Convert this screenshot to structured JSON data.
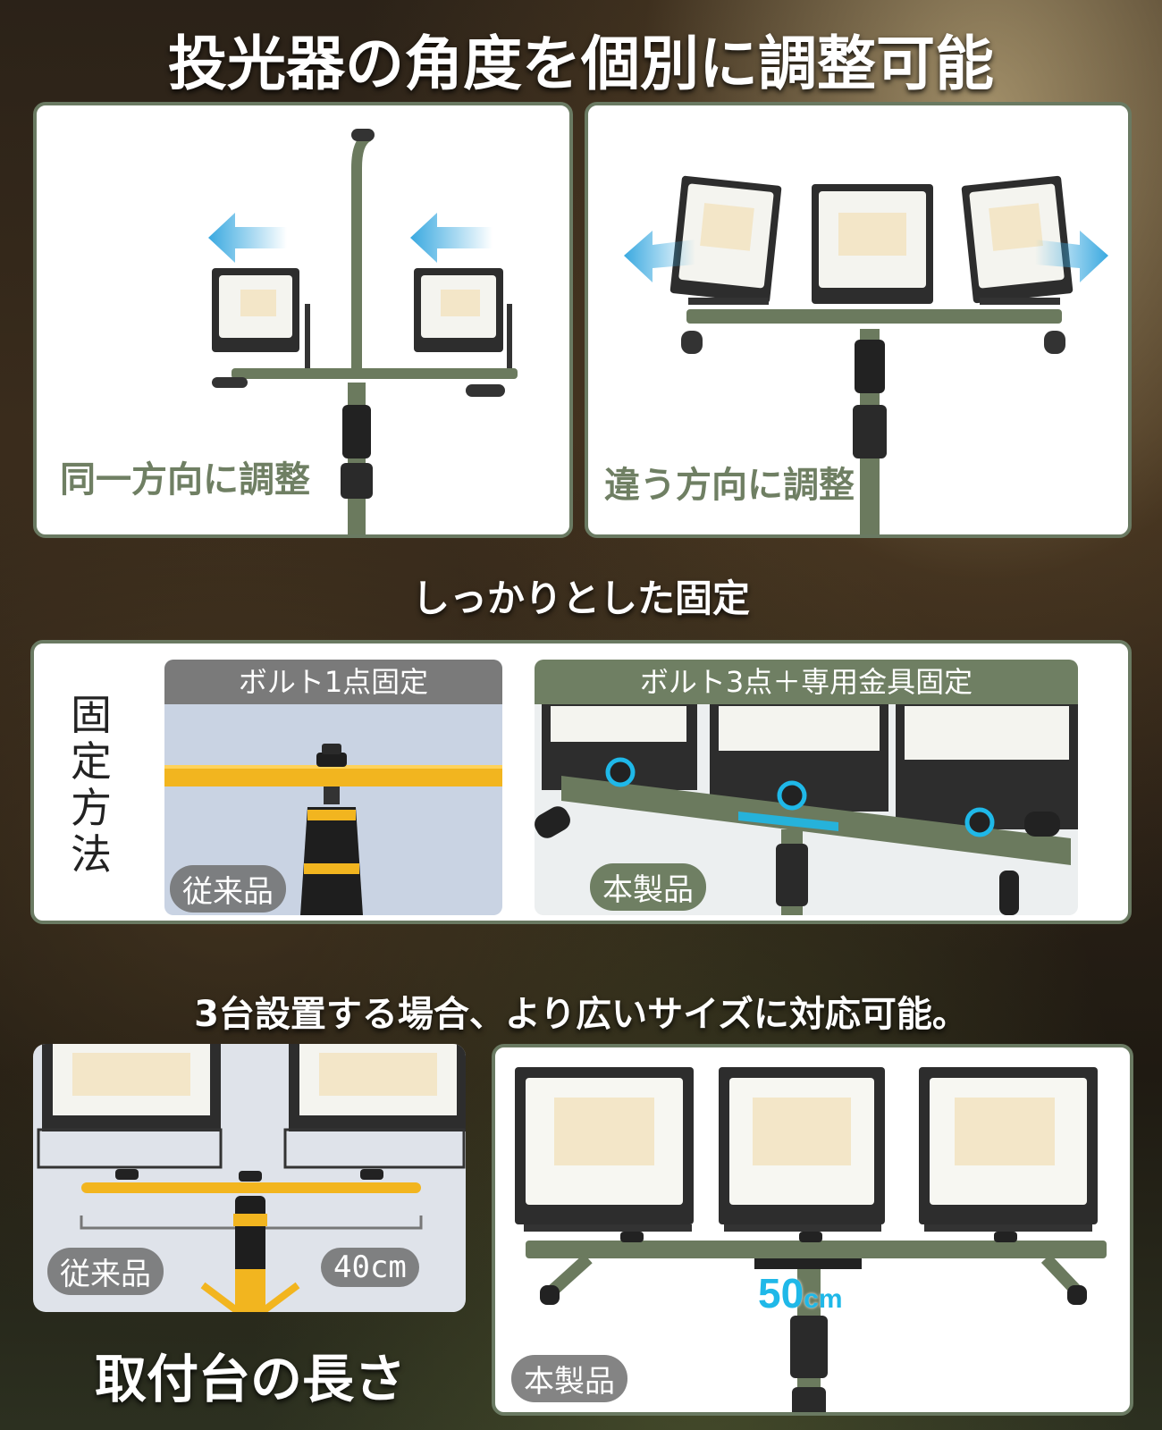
{
  "headings": {
    "main_title": "投光器の角度を個別に調整可能",
    "section2_title": "しっかりとした固定",
    "section3_title": "3台設置する場合、より広いサイズに対応可能。",
    "bottom_label": "取付台の長さ"
  },
  "panel_same_direction": {
    "label": "同一方向に調整"
  },
  "panel_different_direction": {
    "label": "違う方向に調整"
  },
  "fixing": {
    "side_label_chars": [
      "固",
      "定",
      "方",
      "法"
    ],
    "conventional": {
      "header": "ボルト1点固定",
      "badge": "従来品"
    },
    "product": {
      "header": "ボルト3点＋専用金具固定",
      "badge": "本製品"
    }
  },
  "width_compare": {
    "conventional": {
      "badge": "従来品",
      "size": "40cm"
    },
    "product": {
      "badge": "本製品",
      "size_number": "50",
      "size_unit": "cm"
    }
  },
  "colors": {
    "panel_border": "#6a7a62",
    "label_green": "#6f7f63",
    "header_gray": "#7a7a7a",
    "accent_cyan": "#1fb8e8",
    "stand_green": "#6b7a5e",
    "conventional_yellow": "#f2b51f"
  }
}
